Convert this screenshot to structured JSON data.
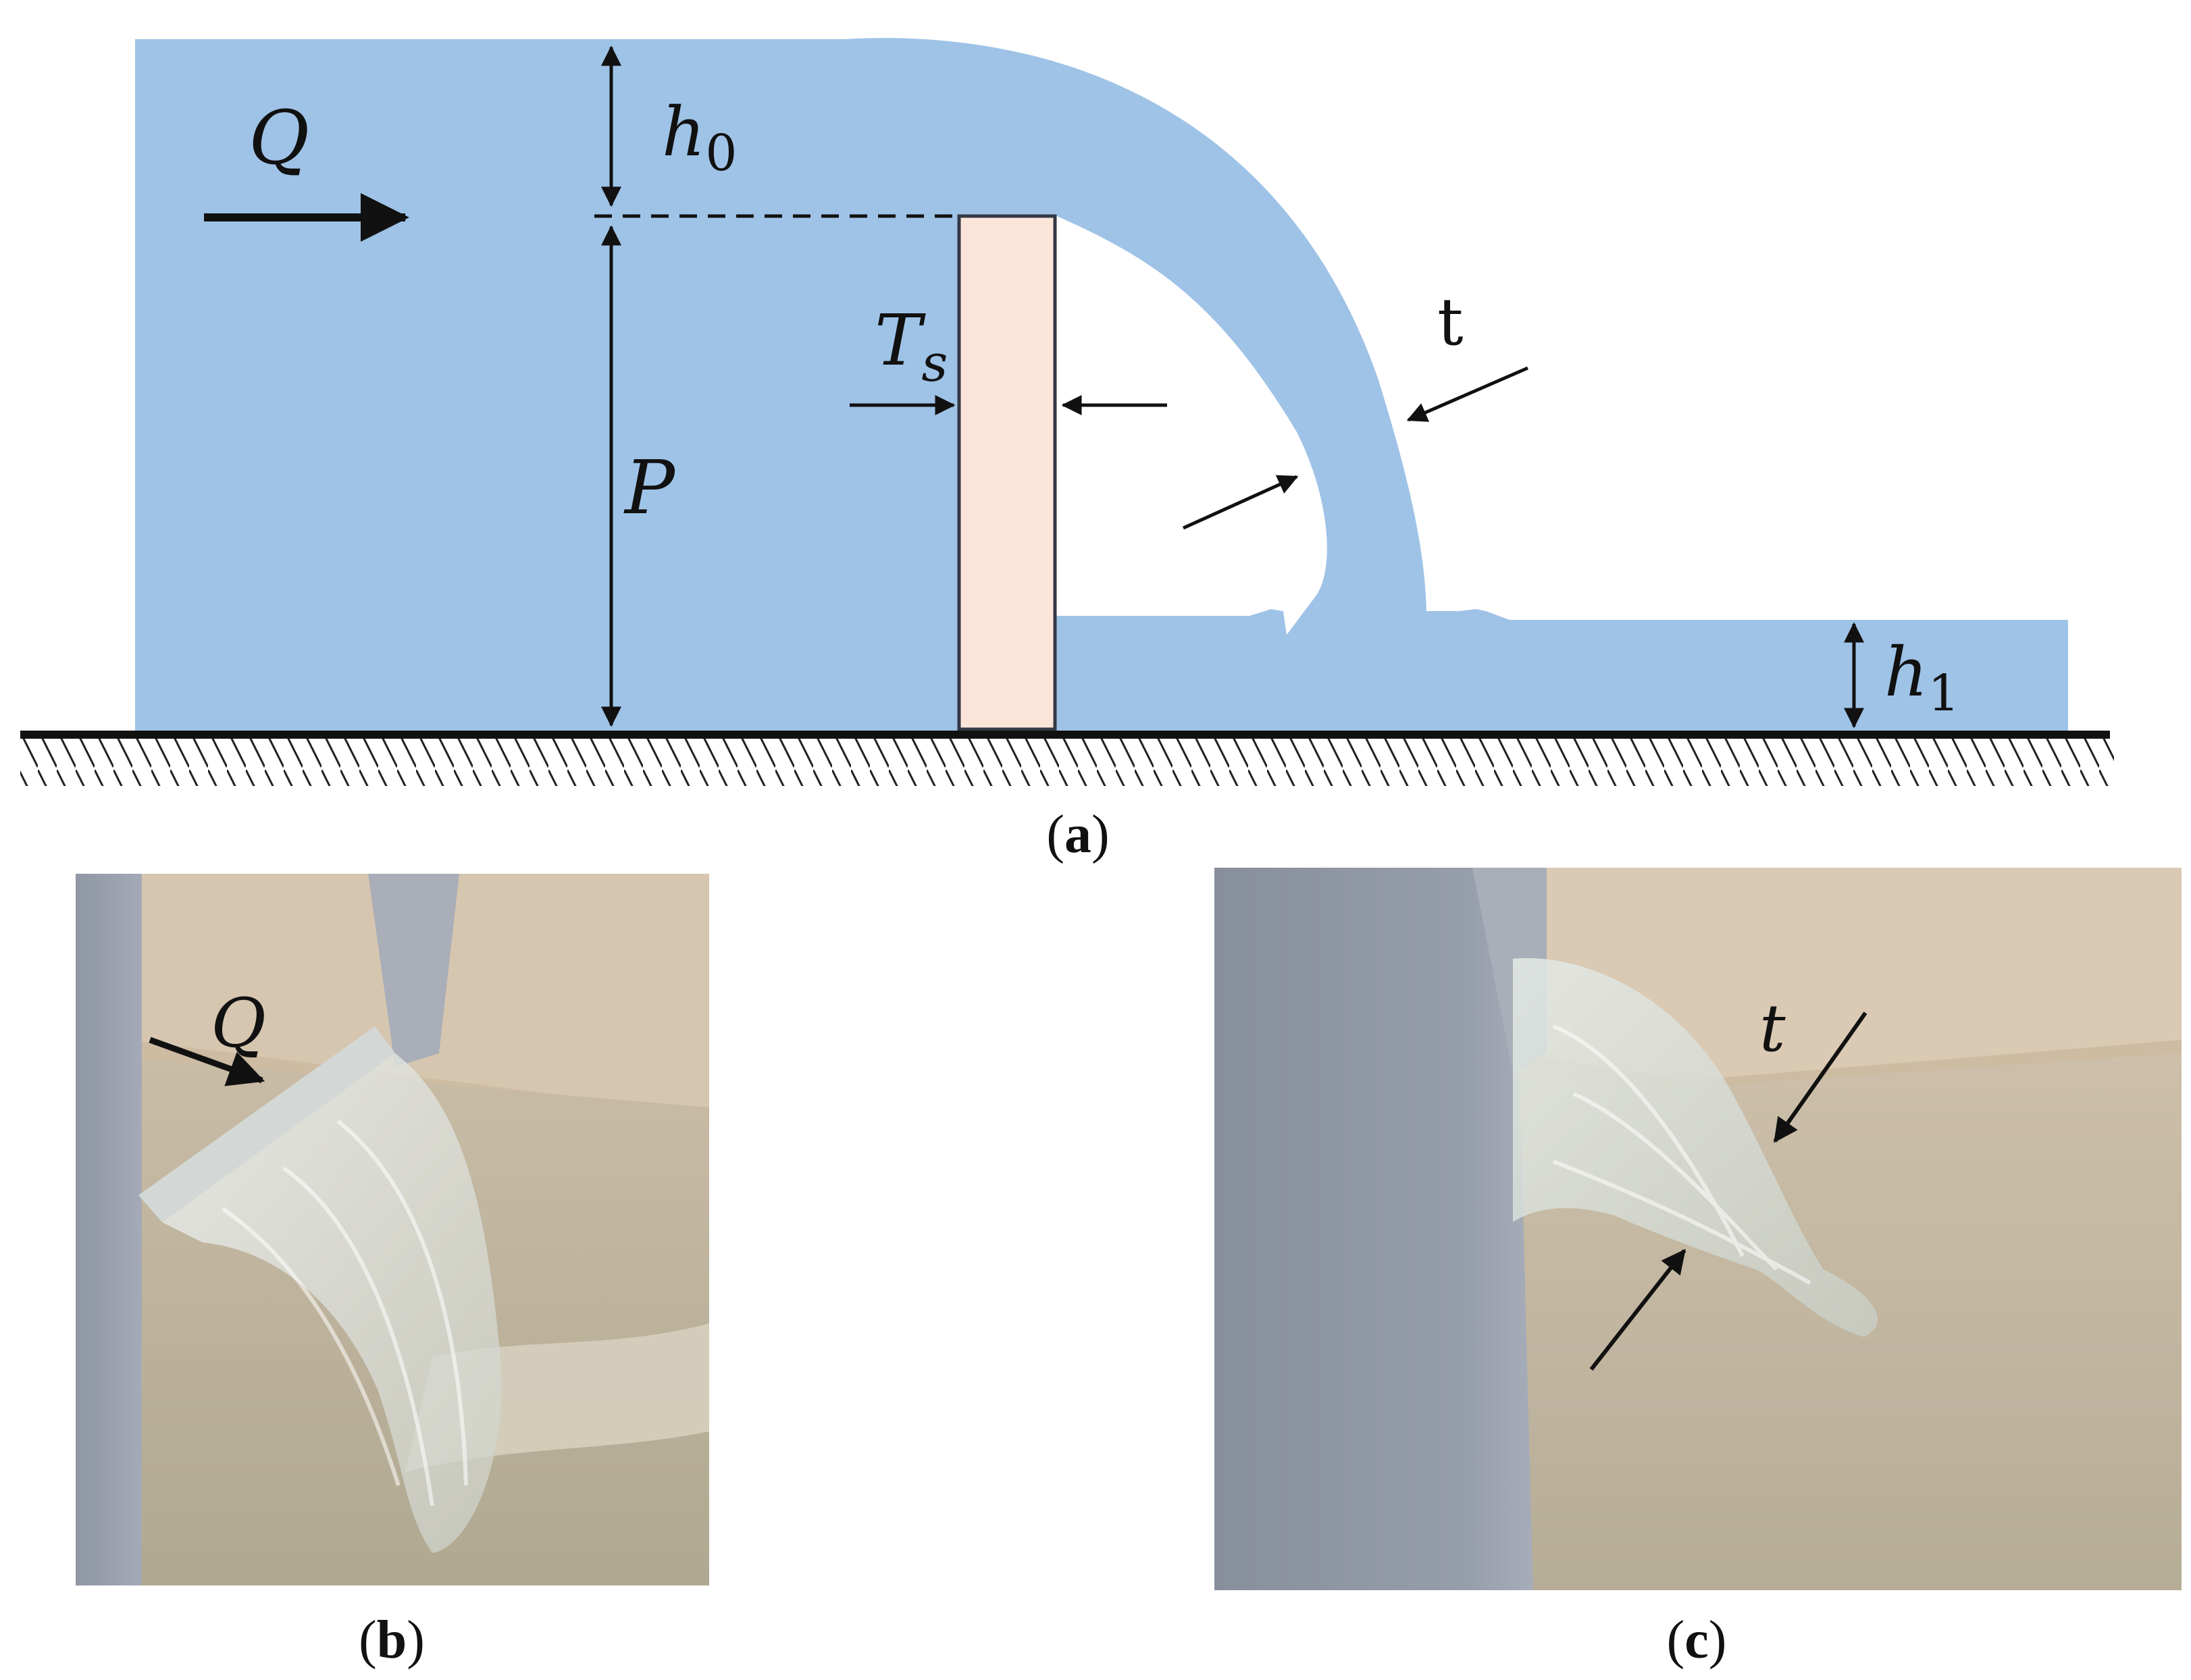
{
  "figure": {
    "panel_a": {
      "caption_open": "(",
      "caption_letter": "a",
      "caption_close": ")",
      "flow_label": "Q",
      "head_label": "h",
      "head_sub": "0",
      "weir_height_label": "P",
      "weir_thickness_label": "T",
      "weir_thickness_sub": "s",
      "nappe_thickness_label": "t",
      "tailwater_label": "h",
      "tailwater_sub": "1",
      "colors": {
        "water": "#9fc3e7",
        "weir": "#fbe5d9",
        "outline": "#333844",
        "ground": "#111111"
      }
    },
    "panel_b": {
      "caption_open": "(",
      "caption_letter": "b",
      "caption_close": ")",
      "flow_label": "Q"
    },
    "panel_c": {
      "caption_open": "(",
      "caption_letter": "c",
      "caption_close": ")",
      "nappe_thickness_label": "t"
    }
  }
}
